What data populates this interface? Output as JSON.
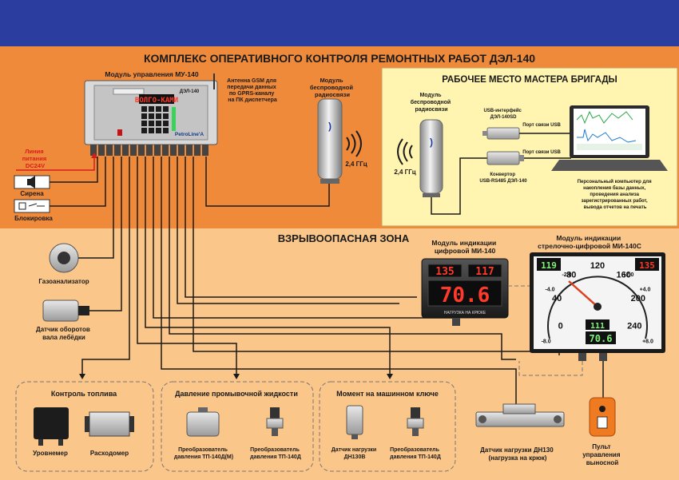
{
  "title": "КОМПЛЕКС ОПЕРАТИВНОГО КОНТРОЛЯ РЕМОНТНЫХ РАБОТ ДЭЛ-140",
  "colors": {
    "header": "#2b3ea0",
    "top_zone": "#ef8a3a",
    "hazard_zone": "#fbc68a",
    "workstation": "#fff4b0",
    "power_line": "#d91c1c"
  },
  "mu140": {
    "title": "Модуль управления МУ-140",
    "panel_label": "ДЭЛ-140",
    "brand": "PetroLine'A",
    "display": "ВОЛГО-КАМИ",
    "gsm_note": [
      "Антенна GSM для",
      "передачи данных",
      "по GPRS-каналу",
      "на ПК диспетчера"
    ],
    "power": [
      "Линия",
      "питания",
      "DC24V"
    ],
    "siren": "Сирена",
    "block": "Блокировка"
  },
  "radio_top": {
    "label": [
      "Модуль",
      "беспроводной",
      "радиосвязи"
    ],
    "freq": "2,4 ГГц"
  },
  "workstation": {
    "title": "РАБОЧЕЕ МЕСТО МАСТЕРА БРИГАДЫ",
    "radio_label": [
      "Модуль",
      "беспроводной",
      "радиосвязи"
    ],
    "freq": "2,4 ГГц",
    "usb_iface": [
      "USB-интерфейс",
      "ДЭЛ-140SD"
    ],
    "usb_port_1": "Порт связи USB",
    "usb_port_2": "Порт связи USB",
    "converter": [
      "Конвертор",
      "USB-RS485 ДЭЛ-140"
    ],
    "pc_note": [
      "Персональный компьютер для",
      "накопления базы данных,",
      "проведения анализа",
      "зарегистрированных работ,",
      "вывода отчетов на печать"
    ]
  },
  "hazard": {
    "title": "ВЗРЫВООПАСНАЯ ЗОНА",
    "gas": "Газоанализатор",
    "winch": [
      "Датчик оборотов",
      "вала лебёдки"
    ]
  },
  "mi140": {
    "title": [
      "Модуль индикации",
      "цифровой МИ-140"
    ],
    "val1": "135",
    "val2": "117",
    "big": "70.6",
    "caption": "НАГРУЗКА НА КРЮКЕ"
  },
  "mi140c": {
    "title": [
      "Модуль индикации",
      "стрелочно-цифровой МИ-140С"
    ],
    "val1": "119",
    "val2": "135",
    "d1": "111",
    "d2": "70.6",
    "dial": [
      "0",
      "40",
      "80",
      "120",
      "160",
      "200",
      "240"
    ],
    "inner": [
      "-2.0",
      "-4.0",
      "-8.0",
      "+2.0",
      "+4.0",
      "+8.0"
    ]
  },
  "groups": {
    "fuel": {
      "title": "Контроль топлива",
      "items": [
        "Уровнемер",
        "Расходомер"
      ]
    },
    "pressure": {
      "title": "Давление промывочной жидкости",
      "items": [
        [
          "Преобразователь",
          "давления ТП-140Д(М)"
        ],
        [
          "Преобразователь",
          "давления ТП-140Д"
        ]
      ]
    },
    "torque": {
      "title": "Момент на машинном ключе",
      "items": [
        [
          "Датчик нагрузки",
          "ДН130В"
        ],
        [
          "Преобразователь",
          "давления ТП-140Д"
        ]
      ]
    }
  },
  "hook_sensor": [
    "Датчик нагрузки ДН130",
    "(нагрузка на крюк)"
  ],
  "remote": [
    "Пульт",
    "управления",
    "выносной"
  ]
}
